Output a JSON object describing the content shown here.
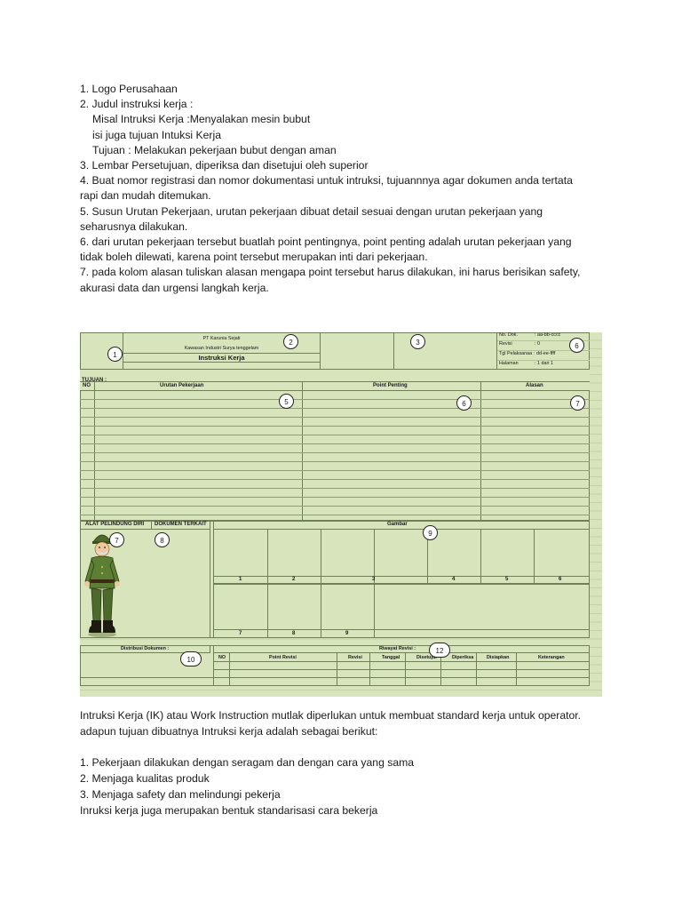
{
  "intro": {
    "lines": [
      "1. Logo Perusahaan",
      "2. Judul instruksi kerja :",
      "Misal Intruksi Kerja :Menyalakan mesin bubut",
      "isi juga tujuan Intuksi Kerja",
      "Tujuan : Melakukan pekerjaan bubut dengan aman",
      "3. Lembar Persetujuan, diperiksa dan disetujui oleh superior",
      "4. Buat nomor registrasi dan nomor dokumentasi untuk intruksi, tujuannnya agar dokumen anda tertata",
      "rapi dan mudah ditemukan.",
      "5. Susun Urutan Pekerjaan, urutan pekerjaan dibuat detail sesuai dengan urutan pekerjaan yang",
      "seharusnya dilakukan.",
      "6. dari urutan pekerjaan tersebut buatlah point pentingnya, point penting adalah urutan pekerjaan yang",
      "tidak boleh dilewati, karena point tersebut merupakan inti dari pekerjaan.",
      "7. pada kolom alasan tuliskan alasan mengapa point tersebut harus dilakukan, ini harus berisikan safety,",
      "akurasi data dan urgensi langkah kerja."
    ]
  },
  "form": {
    "company": "PT Karunia Sejati",
    "address": "Kawasan Industri Surya tenggelam",
    "doc_title": "Instruksi Kerja",
    "meta": {
      "no_dok_label": "No. Dok.",
      "no_dok_value": ": aa-bb-cccc",
      "revisi_label": "Revisi",
      "revisi_value": ": 0",
      "tgl_label": "Tgl Pelaksanaa :",
      "tgl_value": "dd-ee-ffff",
      "hal_label": "Halaman",
      "hal_value": ": 1   dari   1"
    },
    "tujuan_label": "TUJUAN :",
    "col_no": "NO",
    "col_urutan": "Urutan Pekerjaan",
    "col_point": "Point Penting",
    "col_alasan": "Alasan",
    "apd_label": "ALAT PELINDUNG DIRI",
    "dokumen_label": "DOKUMEN TERKAIT",
    "gambar_label": "Gambar",
    "gambar_numbers_top": [
      "1",
      "2",
      "3",
      "4",
      "5",
      "6"
    ],
    "gambar_numbers_bottom": [
      "7",
      "8",
      "9"
    ],
    "distribusi_label": "Distribusi Dokumen :",
    "riwayat_label": "Riwayat Revisi :",
    "rev_headers": [
      "NO",
      "Point Revisi",
      "Revisi",
      "Tanggal",
      "Disetujui",
      "Diperiksa",
      "Disiapkan",
      "Keterangan"
    ],
    "markers": {
      "m1": "1",
      "m2": "2",
      "m3": "3",
      "m5": "5",
      "m6a": "6",
      "m6b": "6",
      "m7a": "7",
      "m7b": "7",
      "m8": "8",
      "m9": "9",
      "m10": "10",
      "m12": "12"
    }
  },
  "outro": {
    "lines": [
      "Intruksi Kerja (IK) atau Work Instruction mutlak diperlukan untuk membuat standard kerja untuk operator.",
      "adapun tujuan dibuatnya Intruksi kerja adalah sebagai berikut:",
      "",
      "1. Pekerjaan dilakukan dengan seragam dan dengan cara yang sama",
      "2. Menjaga kualitas produk",
      "3. Menjaga safety dan melindungi pekerja",
      "Inruksi kerja juga merupakan bentuk standarisasi cara bekerja"
    ]
  }
}
